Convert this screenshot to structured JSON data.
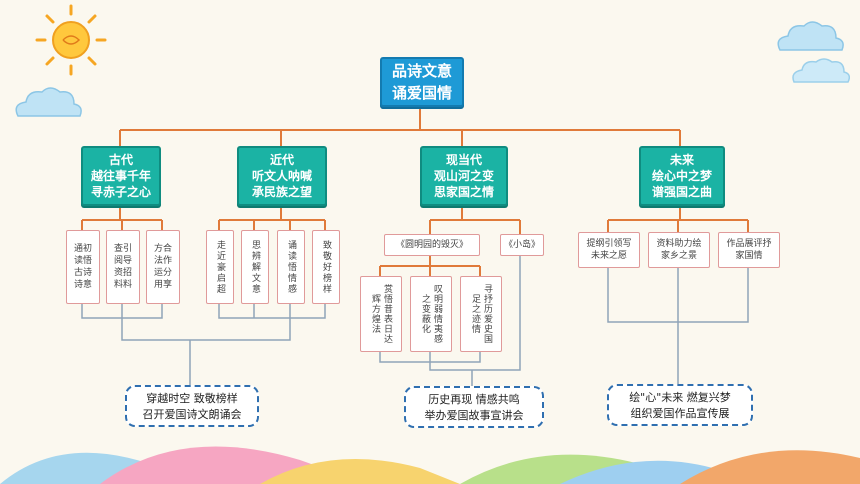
{
  "root": [
    "品诗文意",
    "诵爱国情"
  ],
  "branches": [
    {
      "title": [
        "古代",
        "越往事千年",
        "寻赤子之心"
      ],
      "leaves": [
        "通初读悟古诗诗意",
        "查引阅导资招料料",
        "方合法作运分用享"
      ],
      "summary": [
        "穿越时空 致敬榜样",
        "召开爱国诗文朗诵会"
      ]
    },
    {
      "title": [
        "近代",
        "听文人呐喊",
        "承民族之望"
      ],
      "leaves": [
        "走近豪启超",
        "思辨解文意",
        "诵读悟情感",
        "致敬好榜样"
      ]
    },
    {
      "title": [
        "现当代",
        "观山河之变",
        "思家国之情"
      ],
      "subnodes": [
        "《圆明园的毁灭》",
        "《小岛》"
      ],
      "leaves": [
        "赏悟昔表日达辉方煌法",
        "叹明弱情夷感之变蔽化",
        "寻抒历爱史国足之迹情"
      ],
      "summary": [
        "历史再现 情感共鸣",
        "举办爱国故事宣讲会"
      ]
    },
    {
      "title": [
        "未来",
        "绘心中之梦",
        "谱强国之曲"
      ],
      "leaves": [
        "提纲引领写未来之愿",
        "资料助力绘家乡之景",
        "作品展评抒家国情"
      ],
      "summary": [
        "绘\"心\"未来 燃复兴梦",
        "组织爱国作品宣传展"
      ]
    }
  ],
  "colors": {
    "root": "#1e9ad6",
    "category": "#1bb3a4",
    "connector": "#e07a3a",
    "leaf_border": "#e09a9a",
    "summary_border": "#2f6fb0",
    "connector_light": "#8fa4b8"
  }
}
